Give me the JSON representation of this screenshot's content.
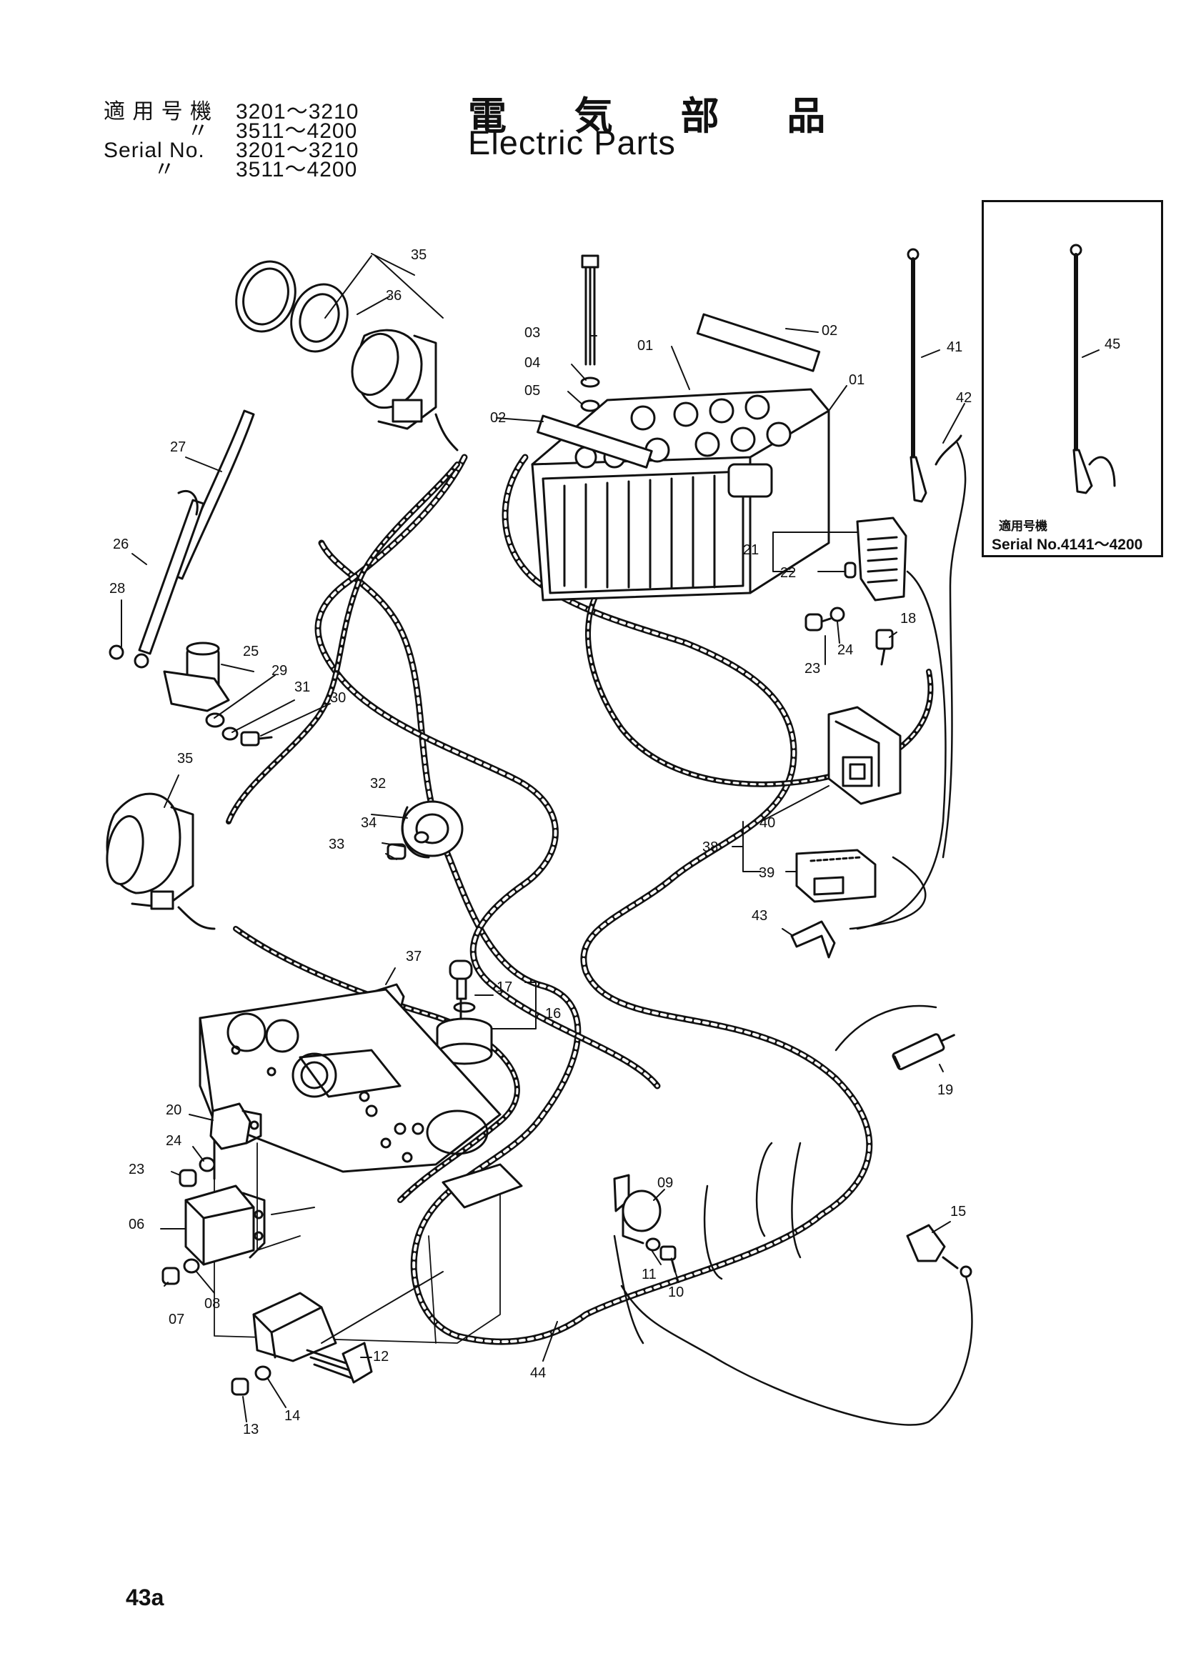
{
  "header": {
    "lines": [
      {
        "label": "適 用 号 機",
        "value": "3201～3210"
      },
      {
        "label": "〃",
        "value": "3511～4200"
      },
      {
        "label": "Serial No.",
        "value": "3201～3210"
      },
      {
        "label": "〃",
        "value": "3511～4200"
      }
    ]
  },
  "title": {
    "jp": "電 気 部 品",
    "en": "Electric Parts"
  },
  "inset": {
    "caption_jp": "適用号機",
    "caption_en": "Serial No.4141～4200",
    "part": "45"
  },
  "page_number": "43a",
  "callouts": {
    "c01a": "01",
    "c01b": "01",
    "c02a": "02",
    "c02b": "02",
    "c03": "03",
    "c04": "04",
    "c05": "05",
    "c06": "06",
    "c07": "07",
    "c08": "08",
    "c09": "09",
    "c10": "10",
    "c11": "11",
    "c12": "12",
    "c13": "13",
    "c14": "14",
    "c15": "15",
    "c16": "16",
    "c17": "17",
    "c18": "18",
    "c19": "19",
    "c20": "20",
    "c21": "21",
    "c22": "22",
    "c23a": "23",
    "c23b": "23",
    "c24a": "24",
    "c24b": "24",
    "c25": "25",
    "c26": "26",
    "c27": "27",
    "c28": "28",
    "c29": "29",
    "c30": "30",
    "c31": "31",
    "c32": "32",
    "c33": "33",
    "c34": "34",
    "c35a": "35",
    "c35b": "35",
    "c36": "36",
    "c37": "37",
    "c38": "38",
    "c39": "39",
    "c40": "40",
    "c41": "41",
    "c42": "42",
    "c43": "43",
    "c44": "44"
  }
}
